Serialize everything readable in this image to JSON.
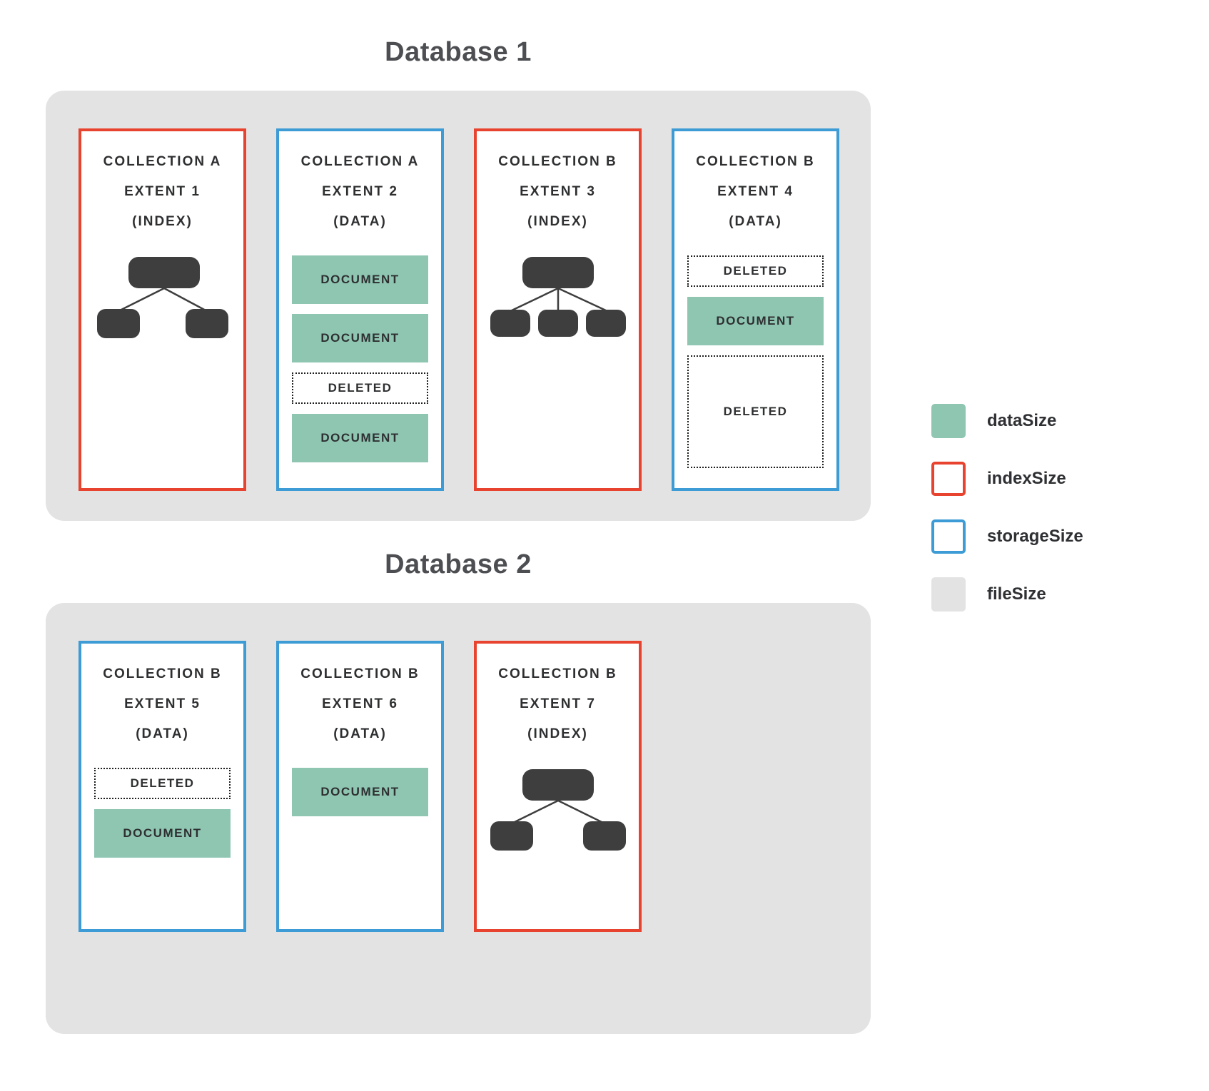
{
  "colors": {
    "dataSize": "#8EC6B2",
    "indexSize": "#E8432E",
    "storageSize": "#3D9BD5",
    "fileSize": "#E3E3E3",
    "treeNode": "#3E3E3E"
  },
  "legend": {
    "items": [
      {
        "label": "dataSize",
        "swatch": "data"
      },
      {
        "label": "indexSize",
        "swatch": "index"
      },
      {
        "label": "storageSize",
        "swatch": "storage"
      },
      {
        "label": "fileSize",
        "swatch": "file"
      }
    ]
  },
  "databases": [
    {
      "title": "Database 1",
      "extents": [
        {
          "collection": "COLLECTION A",
          "extent": "EXTENT 1",
          "type": "(INDEX)",
          "border": "indexSize",
          "content": "b-tree-2-children"
        },
        {
          "collection": "COLLECTION A",
          "extent": "EXTENT 2",
          "type": "(DATA)",
          "border": "storageSize",
          "blocks": [
            {
              "kind": "document",
              "label": "DOCUMENT"
            },
            {
              "kind": "document",
              "label": "DOCUMENT"
            },
            {
              "kind": "deleted",
              "label": "DELETED"
            },
            {
              "kind": "document",
              "label": "DOCUMENT"
            }
          ]
        },
        {
          "collection": "COLLECTION B",
          "extent": "EXTENT 3",
          "type": "(INDEX)",
          "border": "indexSize",
          "content": "b-tree-3-children"
        },
        {
          "collection": "COLLECTION B",
          "extent": "EXTENT 4",
          "type": "(DATA)",
          "border": "storageSize",
          "blocks": [
            {
              "kind": "deleted",
              "label": "DELETED"
            },
            {
              "kind": "document",
              "label": "DOCUMENT"
            },
            {
              "kind": "deleted-tall",
              "label": "DELETED"
            }
          ]
        }
      ]
    },
    {
      "title": "Database 2",
      "extents": [
        {
          "collection": "COLLECTION B",
          "extent": "EXTENT 5",
          "type": "(DATA)",
          "border": "storageSize",
          "blocks": [
            {
              "kind": "deleted",
              "label": "DELETED"
            },
            {
              "kind": "document",
              "label": "DOCUMENT"
            }
          ]
        },
        {
          "collection": "COLLECTION B",
          "extent": "EXTENT 6",
          "type": "(DATA)",
          "border": "storageSize",
          "blocks": [
            {
              "kind": "document",
              "label": "DOCUMENT"
            }
          ]
        },
        {
          "collection": "COLLECTION B",
          "extent": "EXTENT 7",
          "type": "(INDEX)",
          "border": "indexSize",
          "content": "b-tree-2-children"
        }
      ]
    }
  ]
}
